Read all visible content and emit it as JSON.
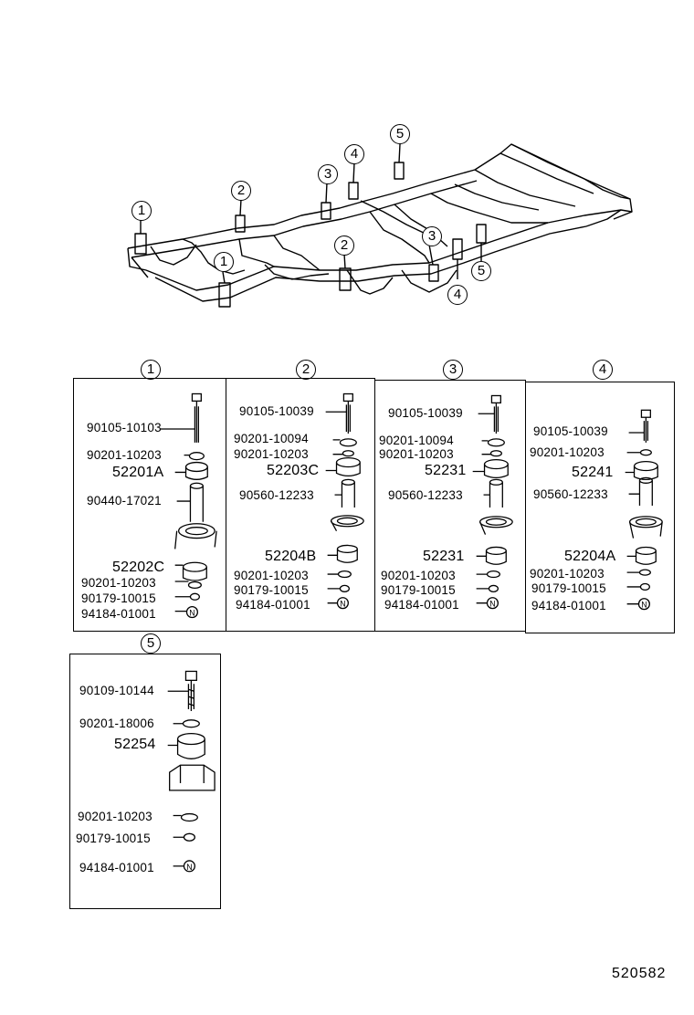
{
  "frame": {
    "callouts": [
      "1",
      "2",
      "3",
      "4",
      "5",
      "1",
      "2",
      "3",
      "4",
      "5"
    ]
  },
  "panels": [
    {
      "number": "1",
      "parts": [
        "90105-10103",
        "90201-10203",
        "52201A",
        "90440-17021",
        "52202C",
        "90201-10203",
        "90179-10015",
        "94184-01001"
      ],
      "nut_marker": "N"
    },
    {
      "number": "2",
      "parts": [
        "90105-10039",
        "90201-10094",
        "90201-10203",
        "52203C",
        "90560-12233",
        "52204B",
        "90201-10203",
        "90179-10015",
        "94184-01001"
      ],
      "nut_marker": "N"
    },
    {
      "number": "3",
      "parts": [
        "90105-10039",
        "90201-10094",
        "90201-10203",
        "52231",
        "90560-12233",
        "52231",
        "90201-10203",
        "90179-10015",
        "94184-01001"
      ],
      "nut_marker": "N"
    },
    {
      "number": "4",
      "parts": [
        "90105-10039",
        "90201-10203",
        "52241",
        "90560-12233",
        "52204A",
        "90201-10203",
        "90179-10015",
        "94184-01001"
      ],
      "nut_marker": "N"
    },
    {
      "number": "5",
      "parts": [
        "90109-10144",
        "90201-18006",
        "52254",
        "90201-10203",
        "90179-10015",
        "94184-01001"
      ],
      "nut_marker": "N"
    }
  ],
  "diagram_code": "520582"
}
